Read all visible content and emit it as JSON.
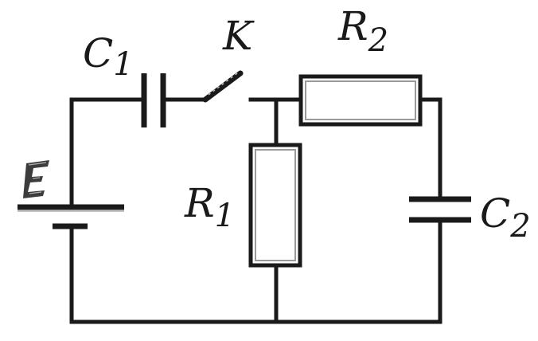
{
  "labels": {
    "c1": {
      "main": "C",
      "sub": "1"
    },
    "k": "K",
    "r2": {
      "main": "R",
      "sub": "2"
    },
    "r1": {
      "main": "R",
      "sub": "1"
    },
    "c2": {
      "main": "C",
      "sub": "2"
    }
  },
  "icons": {
    "emf": "emf-e-glyph",
    "switch": "switch-lever",
    "battery": "battery-symbol",
    "capacitor": "capacitor-symbol",
    "resistor": "resistor-symbol"
  },
  "colors": {
    "line": "#1a1a1a",
    "background": "#ffffff"
  }
}
